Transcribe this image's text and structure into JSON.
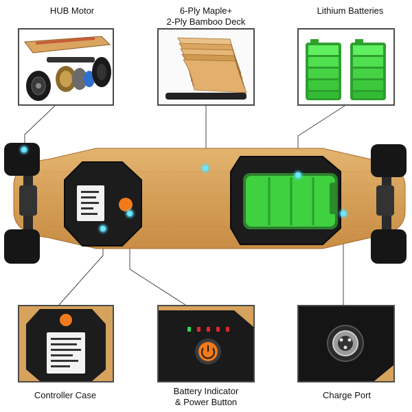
{
  "labels": {
    "hub_motor": "HUB Motor",
    "deck_line1": "6-Ply Maple+",
    "deck_line2": "2-Ply Bamboo Deck",
    "lithium_batteries": "Lithium Batteries",
    "controller_case": "Controller Case",
    "battery_indicator_line1": "Battery Indicator",
    "battery_indicator_line2": "& Power Button",
    "charge_port": "Charge Port"
  },
  "colors": {
    "bamboo": "#d9a55f",
    "bamboo_dark": "#b67b39",
    "battery_green": "#3fd13f",
    "case_black": "#1c1c1c",
    "power_orange": "#f07a1c",
    "led_green": "#2ed85a",
    "led_red": "#e2262e",
    "callout_line": "#444444",
    "highlight_cyan": "#6fe6ff"
  },
  "icons": {
    "motor": "hub-motor-wheel-icon",
    "battery": "battery-full-icon",
    "power": "power-button-icon",
    "port": "charge-port-icon"
  }
}
